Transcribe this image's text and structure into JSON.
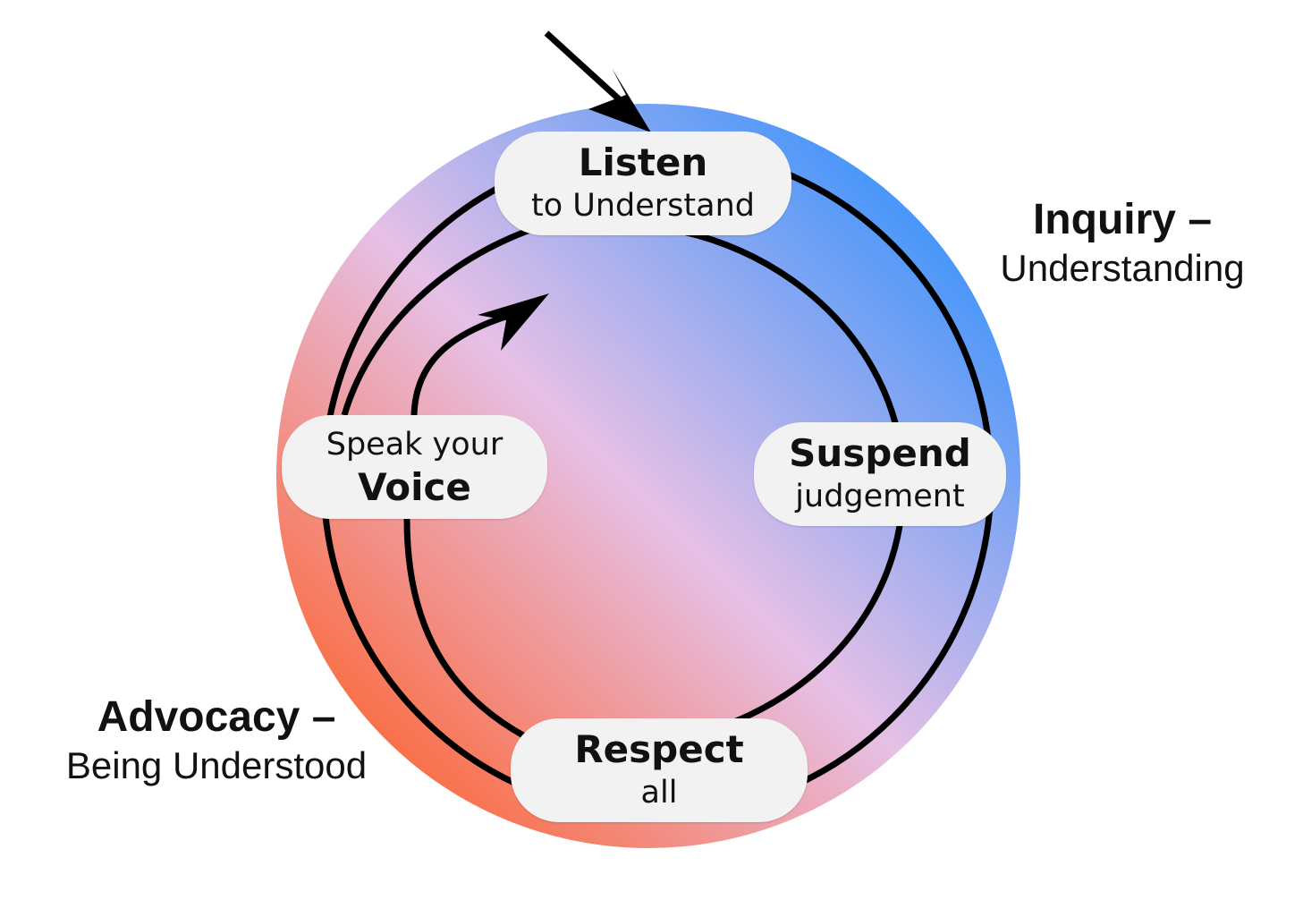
{
  "colors": {
    "advocacy": "#ff5a1e",
    "middle": "#e6c0e6",
    "inquiry": "#1f8cff",
    "pill_fill": "#f2f2f2",
    "stroke": "#000000"
  },
  "nodes": {
    "listen": {
      "bold": "Listen",
      "text": "to Understand"
    },
    "suspend": {
      "bold": "Suspend",
      "text": "judgement"
    },
    "respect": {
      "bold": "Respect",
      "text": "all"
    },
    "speak": {
      "text": "Speak your",
      "bold": "Voice"
    }
  },
  "labels": {
    "inquiry": {
      "title": "Inquiry –",
      "subtitle": "Understanding"
    },
    "advocacy": {
      "title": "Advocacy –",
      "subtitle": "Being Understood"
    }
  }
}
